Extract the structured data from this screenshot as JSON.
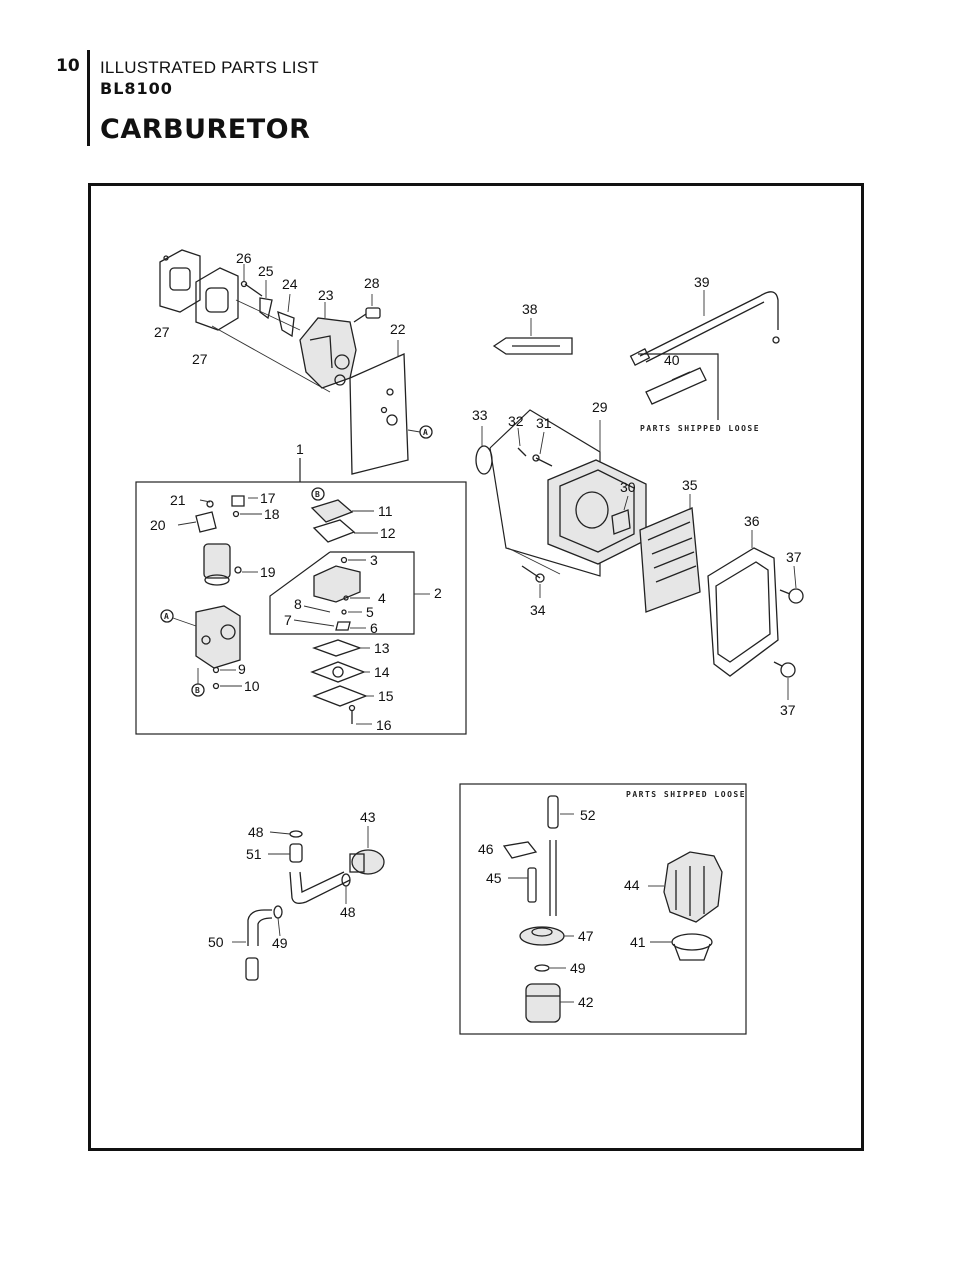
{
  "header": {
    "page_number": "10",
    "doc_title": "ILLUSTRATED PARTS LIST",
    "model": "BL8100",
    "section": "CARBURETOR"
  },
  "notes": {
    "loose_top": "PARTS SHIPPED LOOSE",
    "loose_bottom": "PARTS SHIPPED LOOSE"
  },
  "refs": {
    "a_top": "A",
    "a_bottom": "A",
    "b_top": "B",
    "b_bottom": "B"
  },
  "labels": {
    "c1": "1",
    "c2": "2",
    "c3": "3",
    "c4": "4",
    "c5": "5",
    "c6": "6",
    "c7": "7",
    "c8": "8",
    "c9": "9",
    "c10": "10",
    "c11": "11",
    "c12": "12",
    "c13": "13",
    "c14": "14",
    "c15": "15",
    "c16": "16",
    "c17": "17",
    "c18": "18",
    "c19": "19",
    "c20": "20",
    "c21": "21",
    "c22": "22",
    "c23": "23",
    "c24": "24",
    "c25": "25",
    "c26": "26",
    "c27a": "27",
    "c27b": "27",
    "c28": "28",
    "c29": "29",
    "c30": "30",
    "c31": "31",
    "c32": "32",
    "c33": "33",
    "c34": "34",
    "c35": "35",
    "c36": "36",
    "c37a": "37",
    "c37b": "37",
    "c38": "38",
    "c39": "39",
    "c40": "40",
    "c41": "41",
    "c42": "42",
    "c43": "43",
    "c44": "44",
    "c45": "45",
    "c46": "46",
    "c47": "47",
    "c48a": "48",
    "c48b": "48",
    "c49a": "49",
    "c49b": "49",
    "c50": "50",
    "c51": "51",
    "c52": "52"
  }
}
